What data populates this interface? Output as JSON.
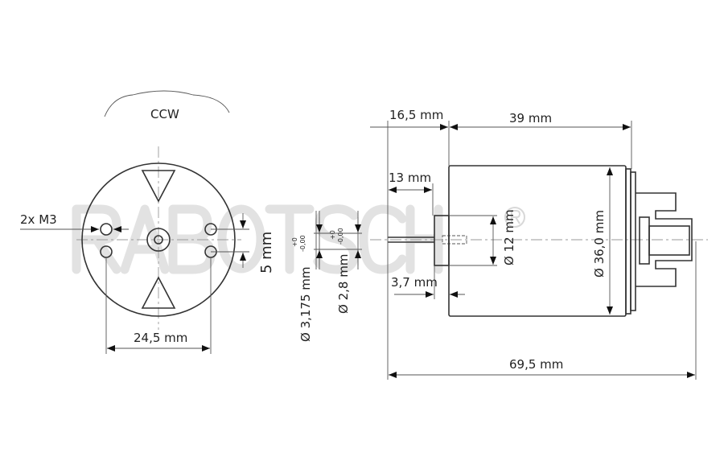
{
  "watermark": "RABOTSCH ®",
  "front_view": {
    "rotation_label": "CCW",
    "thread_label": "2x M3",
    "hole_spacing": "24,5 mm",
    "hole_offset": "5 mm"
  },
  "shaft": {
    "diameter_main": "Ø 3,175 mm",
    "diameter_main_tol_upper": "+0",
    "diameter_main_tol_lower": "-0,00",
    "diameter_secondary": "Ø 2,8 mm",
    "diameter_secondary_tol_upper": "+0",
    "diameter_secondary_tol_lower": "-0,00"
  },
  "side_view": {
    "shaft_length": "16,5 mm",
    "body_length": "39 mm",
    "shaft_free_length": "13 mm",
    "bushing_length": "3,7 mm",
    "bushing_diameter": "Ø 12 mm",
    "body_diameter": "Ø 36,0 mm",
    "total_length": "69,5 mm"
  },
  "colors": {
    "line": "#333333",
    "watermark": "#e6e6e6"
  }
}
